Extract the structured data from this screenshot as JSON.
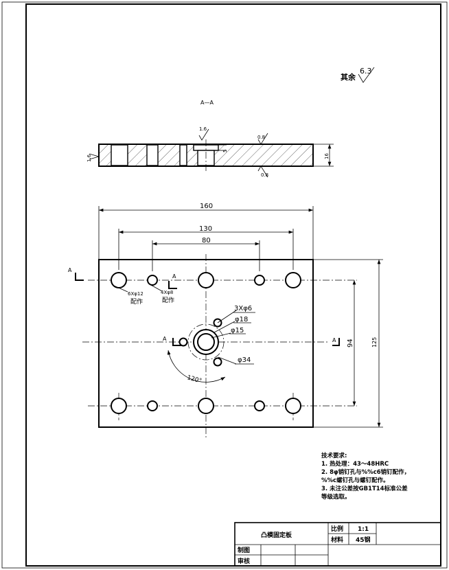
{
  "surface_note": {
    "prefix": "其余",
    "roughness": "6.3"
  },
  "section": {
    "title": "A—A",
    "roughness_top_left": "1.6",
    "roughness_top_right": "0.8",
    "roughness_bottom_right": "0.8",
    "roughness_left": "1.6",
    "counterbore_depth": "5",
    "thickness": "16"
  },
  "plan": {
    "dim_width": "160",
    "dim_outer_pitch": "130",
    "dim_inner_pitch": "80",
    "dim_inner_height": "94",
    "dim_height": "125",
    "section_mark": "A",
    "callout_6x12": "6Xφ12",
    "callout_6x12_note": "配作",
    "callout_4x8": "4Xφ8",
    "callout_4x8_note": "配作",
    "callout_3x6": "3Xφ6",
    "dia_18": "φ18",
    "dia_15": "φ15",
    "dia_34": "φ34",
    "angle_120": "120°"
  },
  "requirements": {
    "title": "技术要求:",
    "items": [
      "1. 热处理：43～48HRC",
      "2. 8φ销钉孔与%%c6销钉配作，%%c螺钉孔与螺钉配作。",
      "3. 未注公差按GB1T14标准公差等级选取。"
    ]
  },
  "title_block": {
    "part_name": "凸模固定板",
    "scale_label": "比例",
    "scale_value": "1:1",
    "material_label": "材料",
    "material_value": "45钢",
    "drawn_label": "制图",
    "checked_label": "审核"
  }
}
